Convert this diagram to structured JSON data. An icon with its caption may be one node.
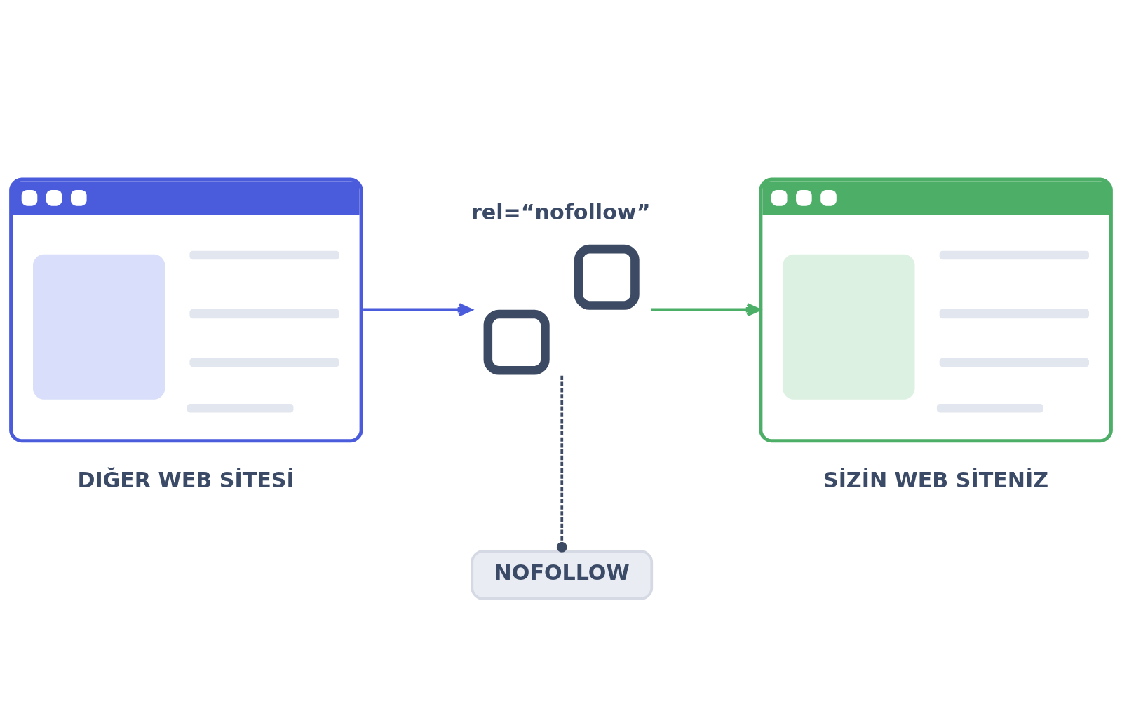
{
  "diagram": {
    "nodes": [
      {
        "text": [
          "DIĞER WEB SİTESİ"
        ]
      },
      {
        "text": [],
        "shape": "picture",
        "beside": [
          "rel=“nofollow”"
        ]
      },
      {
        "text": [
          "SİZİN WEB SİTENİZ"
        ]
      },
      {
        "text": [
          "NOFOLLOW"
        ]
      }
    ],
    "edges": [
      {
        "from": 0,
        "to": 1,
        "arrow": "to",
        "color": "#4a5bdb"
      },
      {
        "from": 1,
        "to": 2,
        "arrow": "to",
        "color": "#4caf68"
      },
      {
        "from": 1,
        "to": 3,
        "arrow": "other",
        "style": "dashed",
        "color": "#3d4a63"
      }
    ]
  }
}
